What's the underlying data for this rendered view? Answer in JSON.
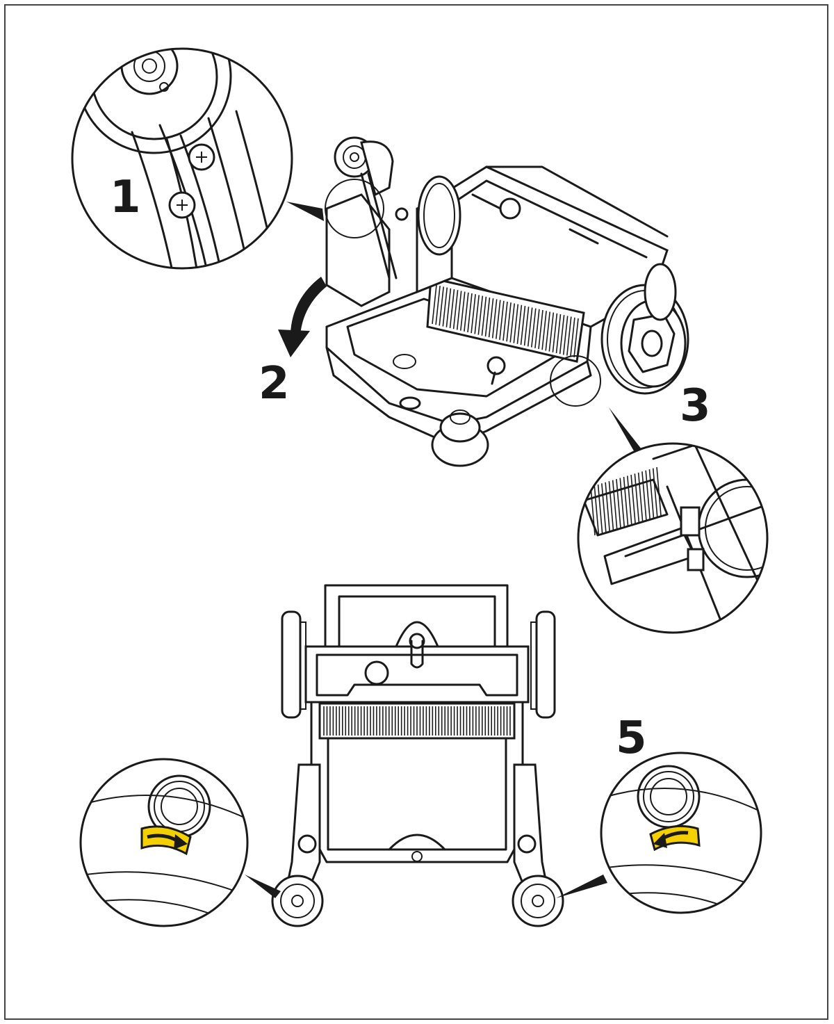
{
  "steps": {
    "step_1": "1",
    "step_2": "2",
    "step_3": "3",
    "step_5": "5"
  },
  "colors": {
    "line": "#1a1a1a",
    "highlight": "#f5d000",
    "frame": "#444444"
  },
  "icons": {
    "rotation_arrow": "curved-arrow-icon",
    "rotate_clockwise": "rotate-right-icon",
    "rotate_counterclockwise": "rotate-left-icon"
  }
}
